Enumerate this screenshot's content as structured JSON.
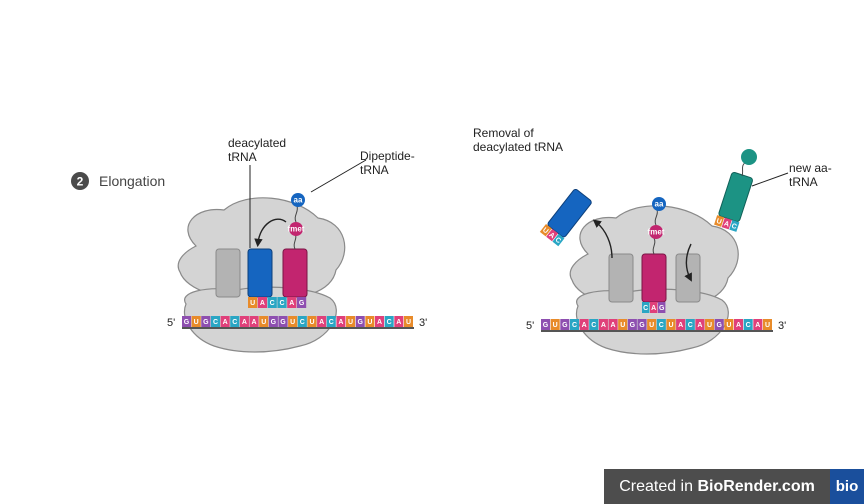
{
  "step": {
    "number": "2",
    "label": "Elongation"
  },
  "left_panel": {
    "deacylated_label": [
      "deacylated",
      "tRNA"
    ],
    "dipeptide_label": [
      "Dipeptide-",
      "tRNA"
    ],
    "aa_label": "aa",
    "fmet_label": "fmet",
    "anticodons": [
      "U",
      "A",
      "C",
      "C",
      "A",
      "G"
    ],
    "mrna": [
      "G",
      "U",
      "G",
      "C",
      "A",
      "C",
      "A",
      "A",
      "U",
      "G",
      "G",
      "U",
      "C",
      "U",
      "A",
      "C",
      "A",
      "U",
      "G",
      "U",
      "A",
      "C",
      "A",
      "U"
    ],
    "five_prime": "5'",
    "three_prime": "3'"
  },
  "right_panel": {
    "removal_label": [
      "Removal of",
      "deacylated tRNA"
    ],
    "new_aa_label": [
      "new aa-",
      "tRNA"
    ],
    "aa_label": "aa",
    "fmet_label": "fmet",
    "leaving_anticodon": [
      "U",
      "A",
      "C"
    ],
    "incoming_anticodon": [
      "U",
      "A",
      "C"
    ],
    "site_anticodon": [
      "C",
      "A",
      "G"
    ],
    "mrna": [
      "G",
      "U",
      "G",
      "C",
      "A",
      "C",
      "A",
      "A",
      "U",
      "G",
      "G",
      "U",
      "C",
      "U",
      "A",
      "C",
      "A",
      "U",
      "G",
      "U",
      "A",
      "C",
      "A",
      "U"
    ],
    "five_prime": "5'",
    "three_prime": "3'"
  },
  "colors": {
    "ribosome": "#d4d4d4",
    "ribosome_stroke": "#8a8a8a",
    "site": "#b3b3b3",
    "trna_blue": "#1565c0",
    "trna_magenta": "#c2256f",
    "trna_teal": "#1c9384",
    "base_G": "#8e4fb0",
    "base_U": "#e88b2a",
    "base_C": "#2aa6c4",
    "base_A": "#e0407a"
  },
  "watermark": {
    "prefix": "Created in ",
    "brand": "BioRender.com",
    "logo": "bio"
  }
}
